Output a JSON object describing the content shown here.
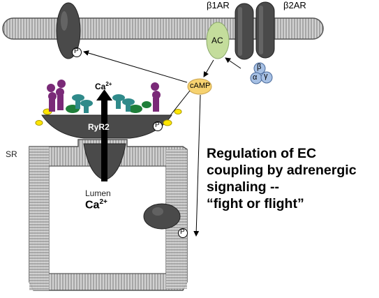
{
  "receptors": {
    "beta1": "β1AR",
    "beta2": "β2AR"
  },
  "enzyme": {
    "ac": "AC"
  },
  "messenger": {
    "camp": "cAMP"
  },
  "g_protein": {
    "beta": "β",
    "alpha": "α",
    "gamma": "γ"
  },
  "channel": {
    "ryr2": "RyR2"
  },
  "phosphate": "P",
  "compartments": {
    "sr": "SR",
    "lumen": "Lumen"
  },
  "ions": {
    "ca_top_base": "Ca",
    "ca_top_sup": "2+",
    "ca_lumen_base": "Ca",
    "ca_lumen_sup": "2+"
  },
  "caption": {
    "line1": "Regulation of EC",
    "line2": "coupling by adrenergic",
    "line3": "signaling --",
    "line4": "“fight or flight”"
  },
  "colors": {
    "membrane_fill": "#c8c8c8",
    "stripe": "#7a7a7a",
    "protein_dark": "#4a4a4a",
    "ac_green": "#c4dd9c",
    "camp_yellow": "#f6d270",
    "gprotein_blue": "#a6c0e4",
    "accessory_purple": "#7a2a78",
    "accessory_green": "#1f7f3a",
    "accessory_teal": "#2f8a8a",
    "accessory_yellow": "#ffe600"
  }
}
